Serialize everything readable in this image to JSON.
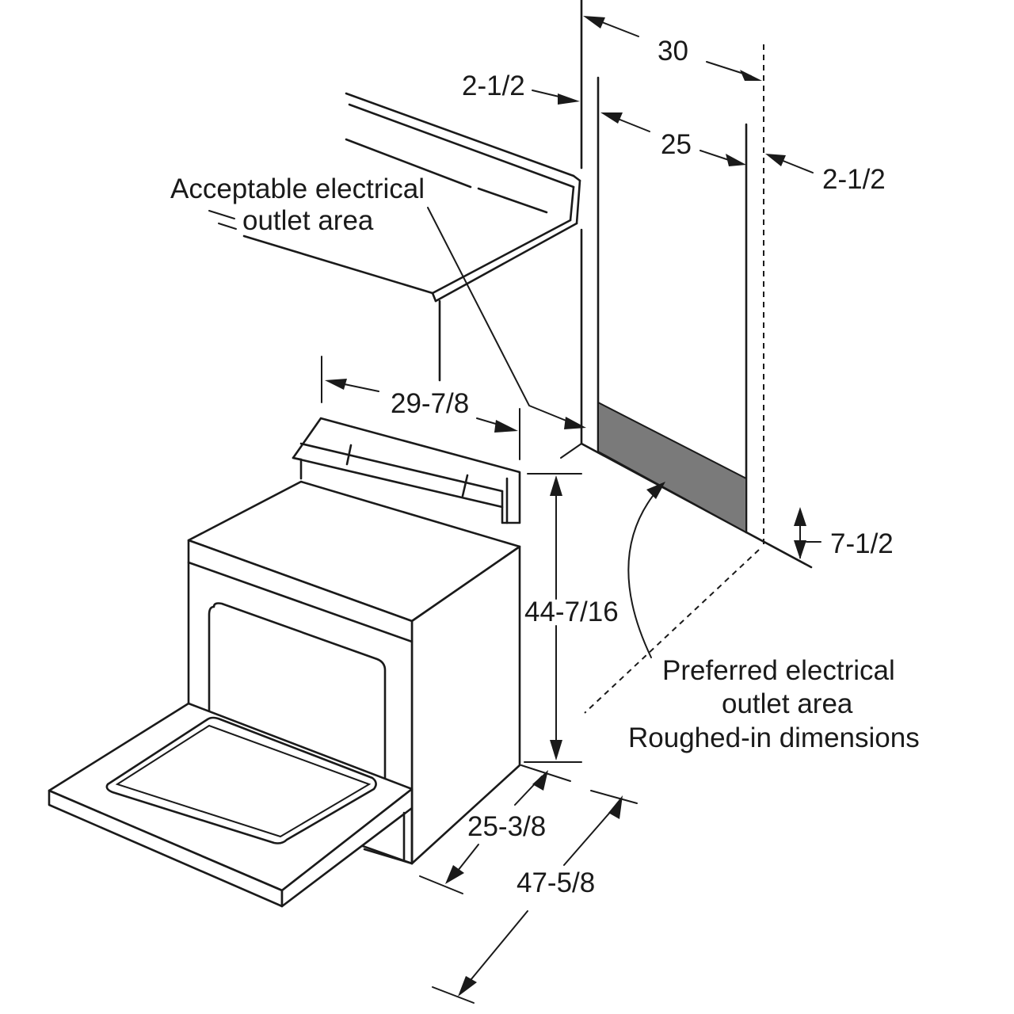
{
  "labels": {
    "acceptable_area_line1": "Acceptable electrical",
    "acceptable_area_line2": "outlet area",
    "preferred_area_line1": "Preferred electrical",
    "preferred_area_line2": "outlet area",
    "preferred_area_line3": "Roughed-in dimensions"
  },
  "dimensions": {
    "overall_width": "30",
    "inner_width": "25",
    "left_offset": "2-1/2",
    "right_offset": "2-1/2",
    "range_width": "29-7/8",
    "range_height": "44-7/16",
    "outlet_height": "7-1/2",
    "range_depth": "25-3/8",
    "depth_door_open": "47-5/8"
  },
  "colors": {
    "line": "#1a1a1a",
    "preferred_area_fill": "#7a7a7a",
    "background": "#ffffff"
  }
}
